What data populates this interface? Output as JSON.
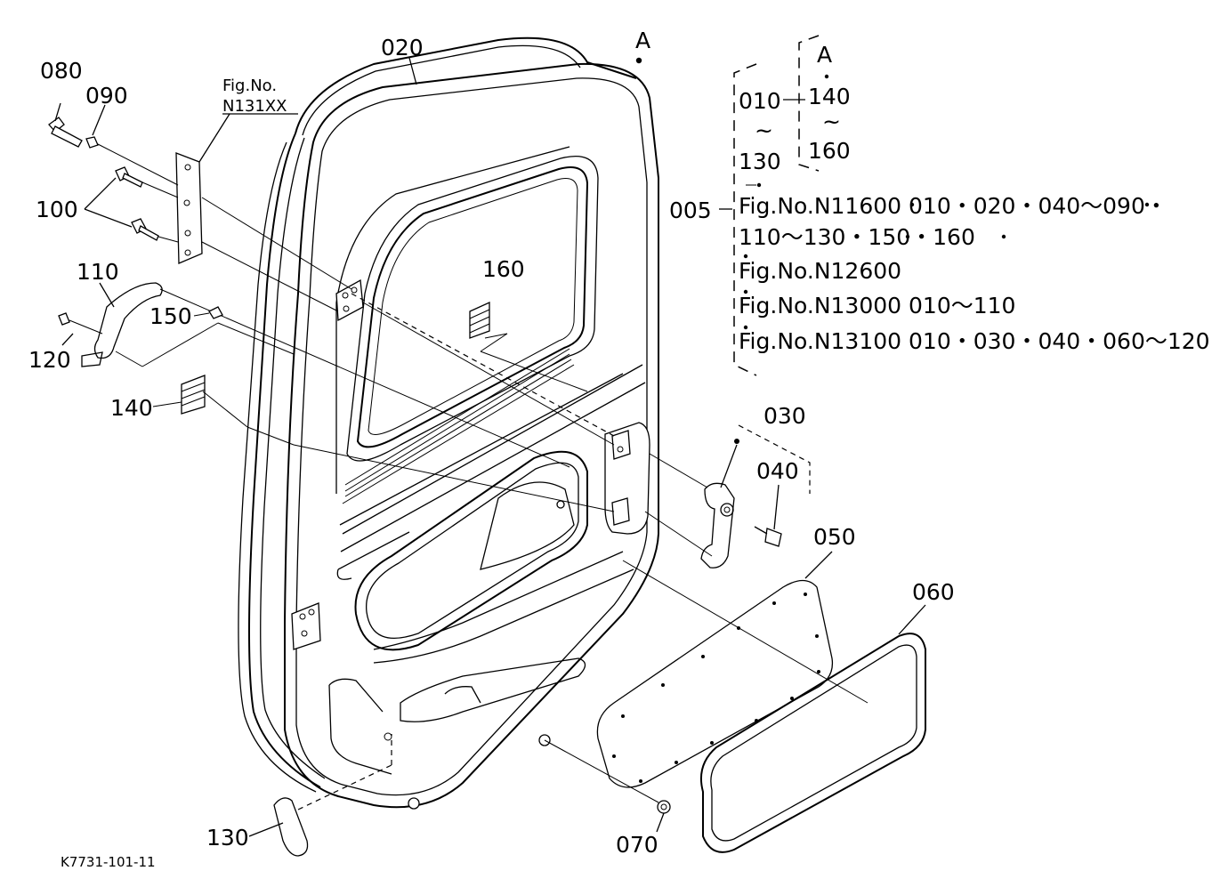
{
  "labels": {
    "p080": "080",
    "p090": "090",
    "p100": "100",
    "p110": "110",
    "p120": "120",
    "p130": "130",
    "p140": "140",
    "p150": "150",
    "p160": "160",
    "p020": "020",
    "p030": "030",
    "p040": "040",
    "p050": "050",
    "p060": "060",
    "p070": "070",
    "p005": "005",
    "pointA": "A"
  },
  "figref": {
    "line1": "Fig.No.",
    "line2": "N131XX"
  },
  "group": {
    "range_from": "010",
    "tilde": "~",
    "range_to": "130",
    "sub_header": "A",
    "sub_from": "140",
    "sub_tilde": "~",
    "sub_to": "160"
  },
  "notes": [
    "Fig.No.N11600  010・020・040～090・",
    "110～130・150・160",
    "Fig.No.N12600",
    "Fig.No.N13000  010～110",
    "Fig.No.N13100  010・030・040・060～120"
  ],
  "drawing_code": "K7731-101-11"
}
